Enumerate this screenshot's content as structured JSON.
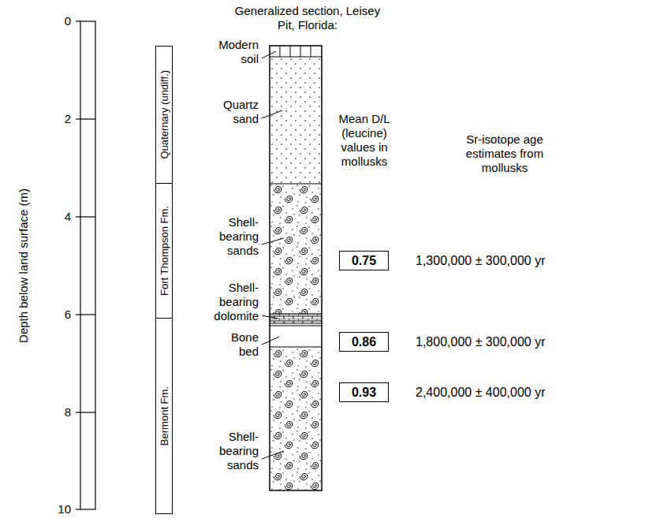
{
  "diagram": {
    "title": "Generalized section, Leisey Pit, Florida:",
    "nodes": [
      {
        "text": [
          "Quaternary (undiff.)"
        ]
      },
      {
        "text": [
          "Fort Thompson Fm."
        ]
      },
      {
        "text": [
          "Bermont Fm."
        ]
      },
      {
        "text": [
          "0.75"
        ]
      },
      {
        "text": [
          "0.86"
        ]
      },
      {
        "text": [
          "0.93"
        ]
      }
    ],
    "labels": [
      "0",
      "2",
      "4",
      "6",
      "8",
      "10",
      "Depth below land surface (m)",
      "Modern soil",
      "Quartz sand",
      "Shell-bearing sands",
      "Shell-bearing dolomite",
      "Bone bed",
      "Shell-bearing sands",
      "Mean D/L (leucine) values in mollusks",
      "Sr-isotope age estimates from mollusks",
      "1,300,000 ± 300,000 yr",
      "1,800,000 ± 300,000 yr",
      "2,400,000 ± 400,000 yr"
    ]
  }
}
